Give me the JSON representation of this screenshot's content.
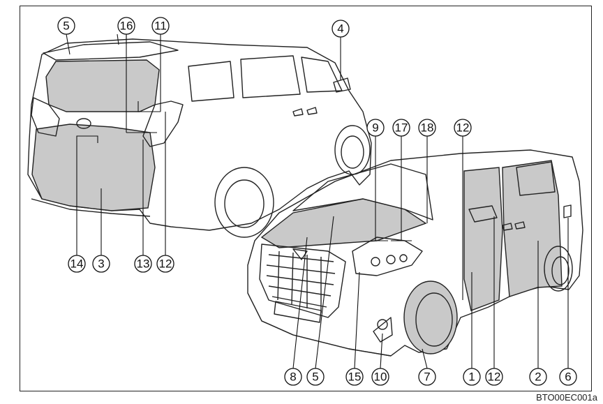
{
  "callouts": {
    "c1": "1",
    "c2": "2",
    "c3": "3",
    "c4": "4",
    "c5": "5",
    "c6": "6",
    "c7": "7",
    "c8": "8",
    "c9": "9",
    "c10": "10",
    "c11": "11",
    "c12": "12",
    "c13": "13",
    "c14": "14",
    "c15": "15",
    "c16": "16",
    "c17": "17",
    "c18": "18"
  },
  "doc_code": "BTO00EC001a"
}
